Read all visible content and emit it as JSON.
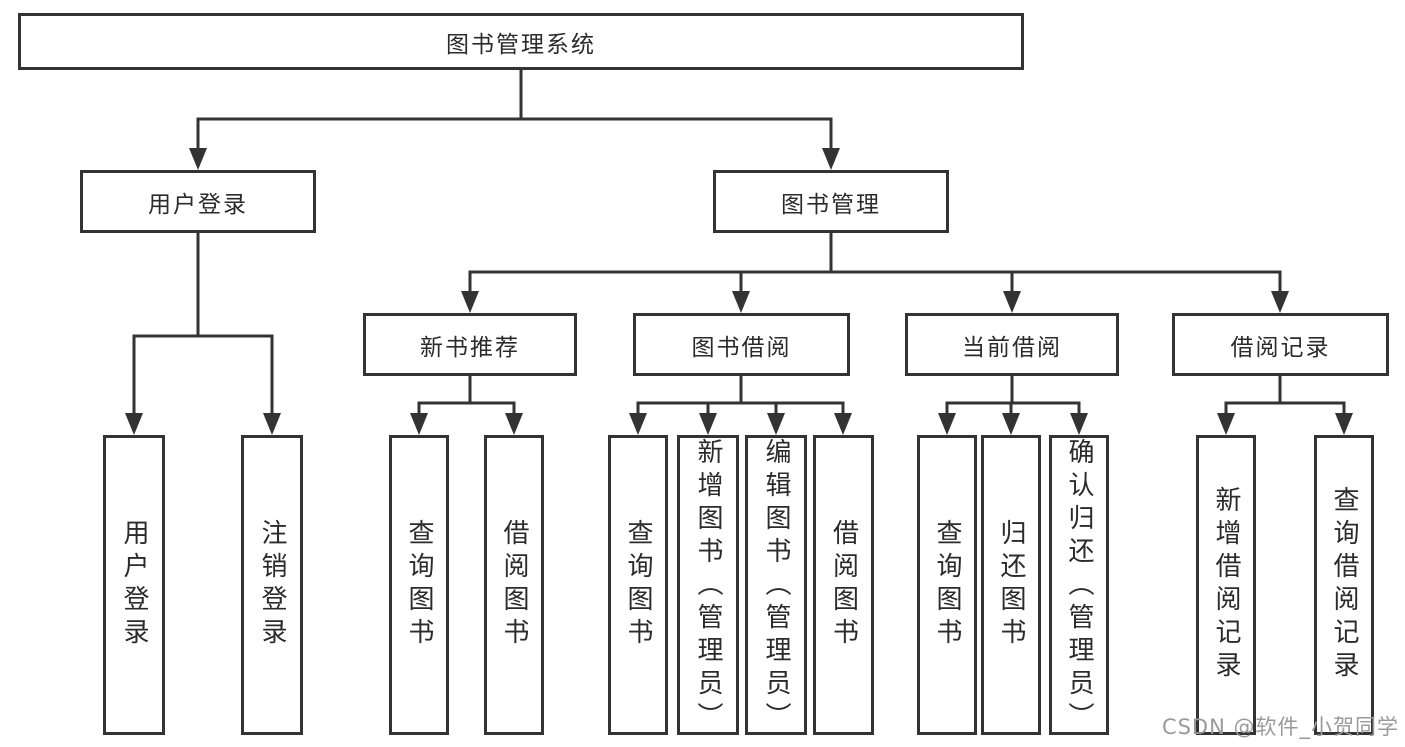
{
  "diagram": {
    "root": {
      "label": "图书管理系统"
    },
    "branches": [
      {
        "label": "用户登录",
        "children": [
          {
            "label": "用户登录"
          },
          {
            "label": "注销登录"
          }
        ]
      },
      {
        "label": "图书管理",
        "children": [
          {
            "label": "新书推荐",
            "children": [
              {
                "label": "查询图书"
              },
              {
                "label": "借阅图书"
              }
            ]
          },
          {
            "label": "图书借阅",
            "children": [
              {
                "label": "查询图书"
              },
              {
                "label": "新增图书（管理员）"
              },
              {
                "label": "编辑图书（管理员）"
              },
              {
                "label": "借阅图书"
              }
            ]
          },
          {
            "label": "当前借阅",
            "children": [
              {
                "label": "查询图书"
              },
              {
                "label": "归还图书"
              },
              {
                "label": "确认归还（管理员）"
              }
            ]
          },
          {
            "label": "借阅记录",
            "children": [
              {
                "label": "新增借阅记录"
              },
              {
                "label": "查询借阅记录"
              }
            ]
          }
        ]
      }
    ]
  },
  "watermark": {
    "text": "CSDN @软件_小贺同学",
    "color": "#9a9a9a"
  },
  "colors": {
    "line": "#333333",
    "box_border": "#333333",
    "text": "#2b2b2b",
    "background": "#ffffff"
  }
}
